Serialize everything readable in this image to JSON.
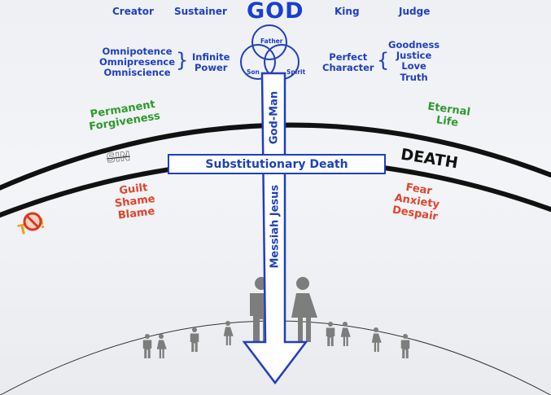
{
  "colors": {
    "primary_blue": "#1f3fbf",
    "green": "#2e9a2e",
    "red": "#e0442a",
    "black": "#111111",
    "figure_gray": "#7d7d7d",
    "try_orange": "#f0a020"
  },
  "header": {
    "title": "GOD",
    "attributes_left": [
      "Creator",
      "Sustainer"
    ],
    "attributes_right": [
      "King",
      "Judge"
    ]
  },
  "infinite_power": {
    "items": [
      "Omnipotence",
      "Omnipresence",
      "Omniscience"
    ],
    "summary": [
      "Infinite",
      "Power"
    ]
  },
  "perfect_character": {
    "summary": [
      "Perfect",
      "Character"
    ],
    "items": [
      "Goodness",
      "Justice",
      "Love",
      "Truth"
    ]
  },
  "trinity": {
    "father": "Father",
    "son": "Son",
    "spirit": "Spirit"
  },
  "cross": {
    "upper_label": "God-Man",
    "lower_label": "Messiah Jesus",
    "crossbar_label": "Substitutionary Death"
  },
  "upper_realm": {
    "left_outcome": [
      "Permanent",
      "Forgiveness"
    ],
    "right_outcome": [
      "Eternal",
      "Life"
    ]
  },
  "barrier": {
    "sin_label": "SIN",
    "death_label": "DEATH"
  },
  "lower_realm": {
    "left_consequences": [
      "Guilt",
      "Shame",
      "Blame"
    ],
    "right_consequences": [
      "Fear",
      "Anxiety",
      "Despair"
    ],
    "try_label": "TRY",
    "try_prohibited_icon": "no-symbol"
  },
  "people": {
    "small_figures": [
      "man",
      "woman",
      "man",
      "woman",
      "man",
      "woman",
      "woman",
      "man"
    ],
    "large_figures": [
      "man",
      "woman"
    ]
  }
}
